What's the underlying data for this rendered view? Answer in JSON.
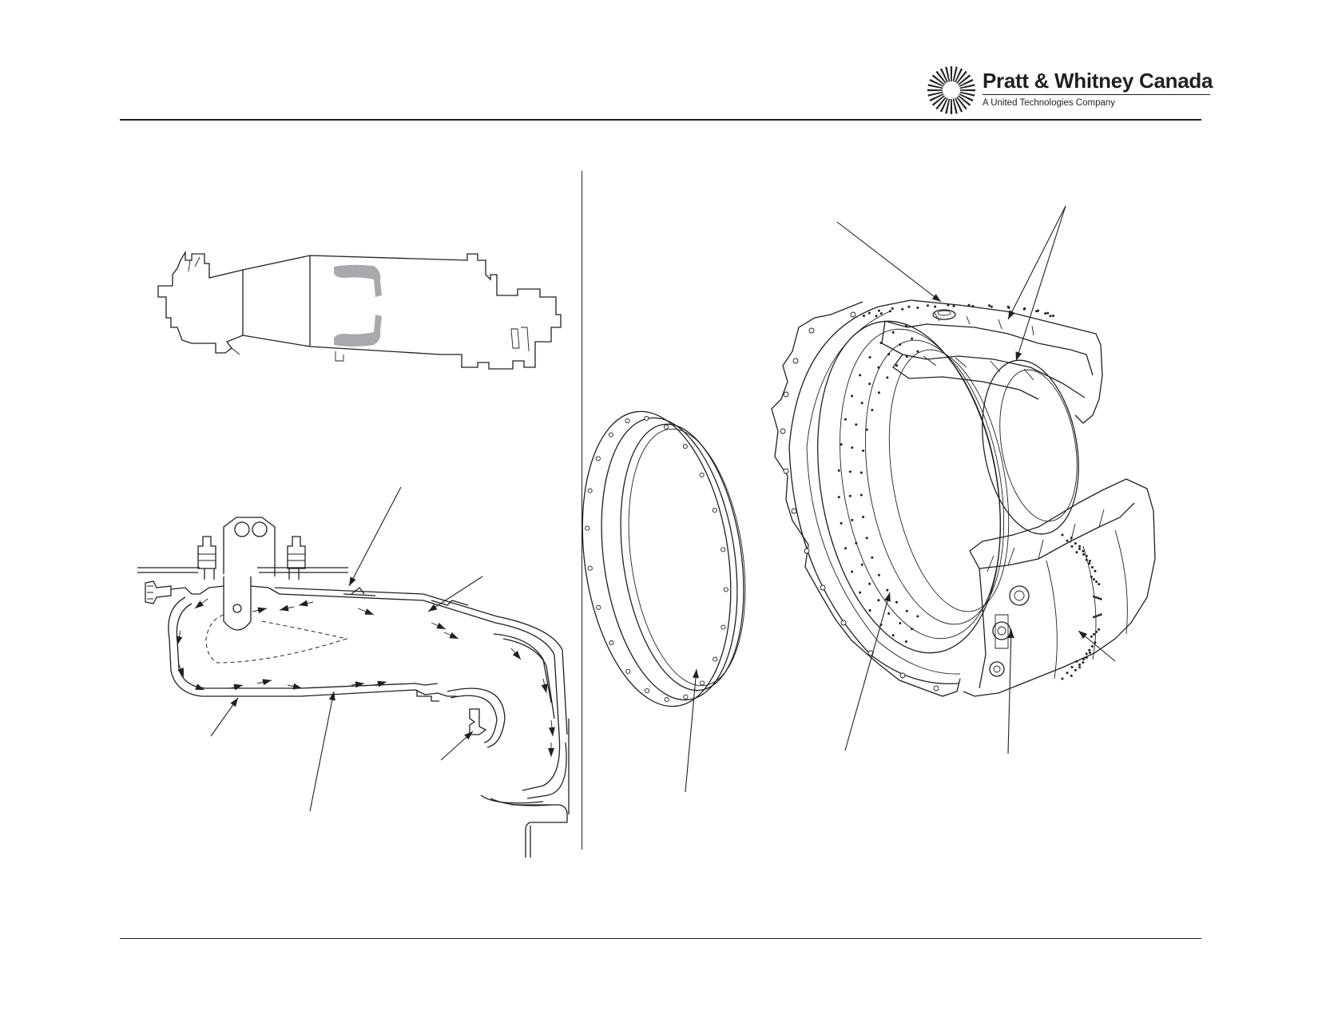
{
  "brand": {
    "name": "Pratt & Whitney Canada",
    "tagline": "A United Technologies Company",
    "logo_icon": "starburst-logo"
  },
  "colors": {
    "ink": "#231f20",
    "combustor_highlight": "#a7a9ac",
    "paper": "#ffffff"
  },
  "diagrams": {
    "engine_outline": "engine-side-profile",
    "section_view": "combustion-chamber-cross-section-with-airflow-arrows",
    "exploded_view": "combustion-chamber-liner-cutaway"
  }
}
